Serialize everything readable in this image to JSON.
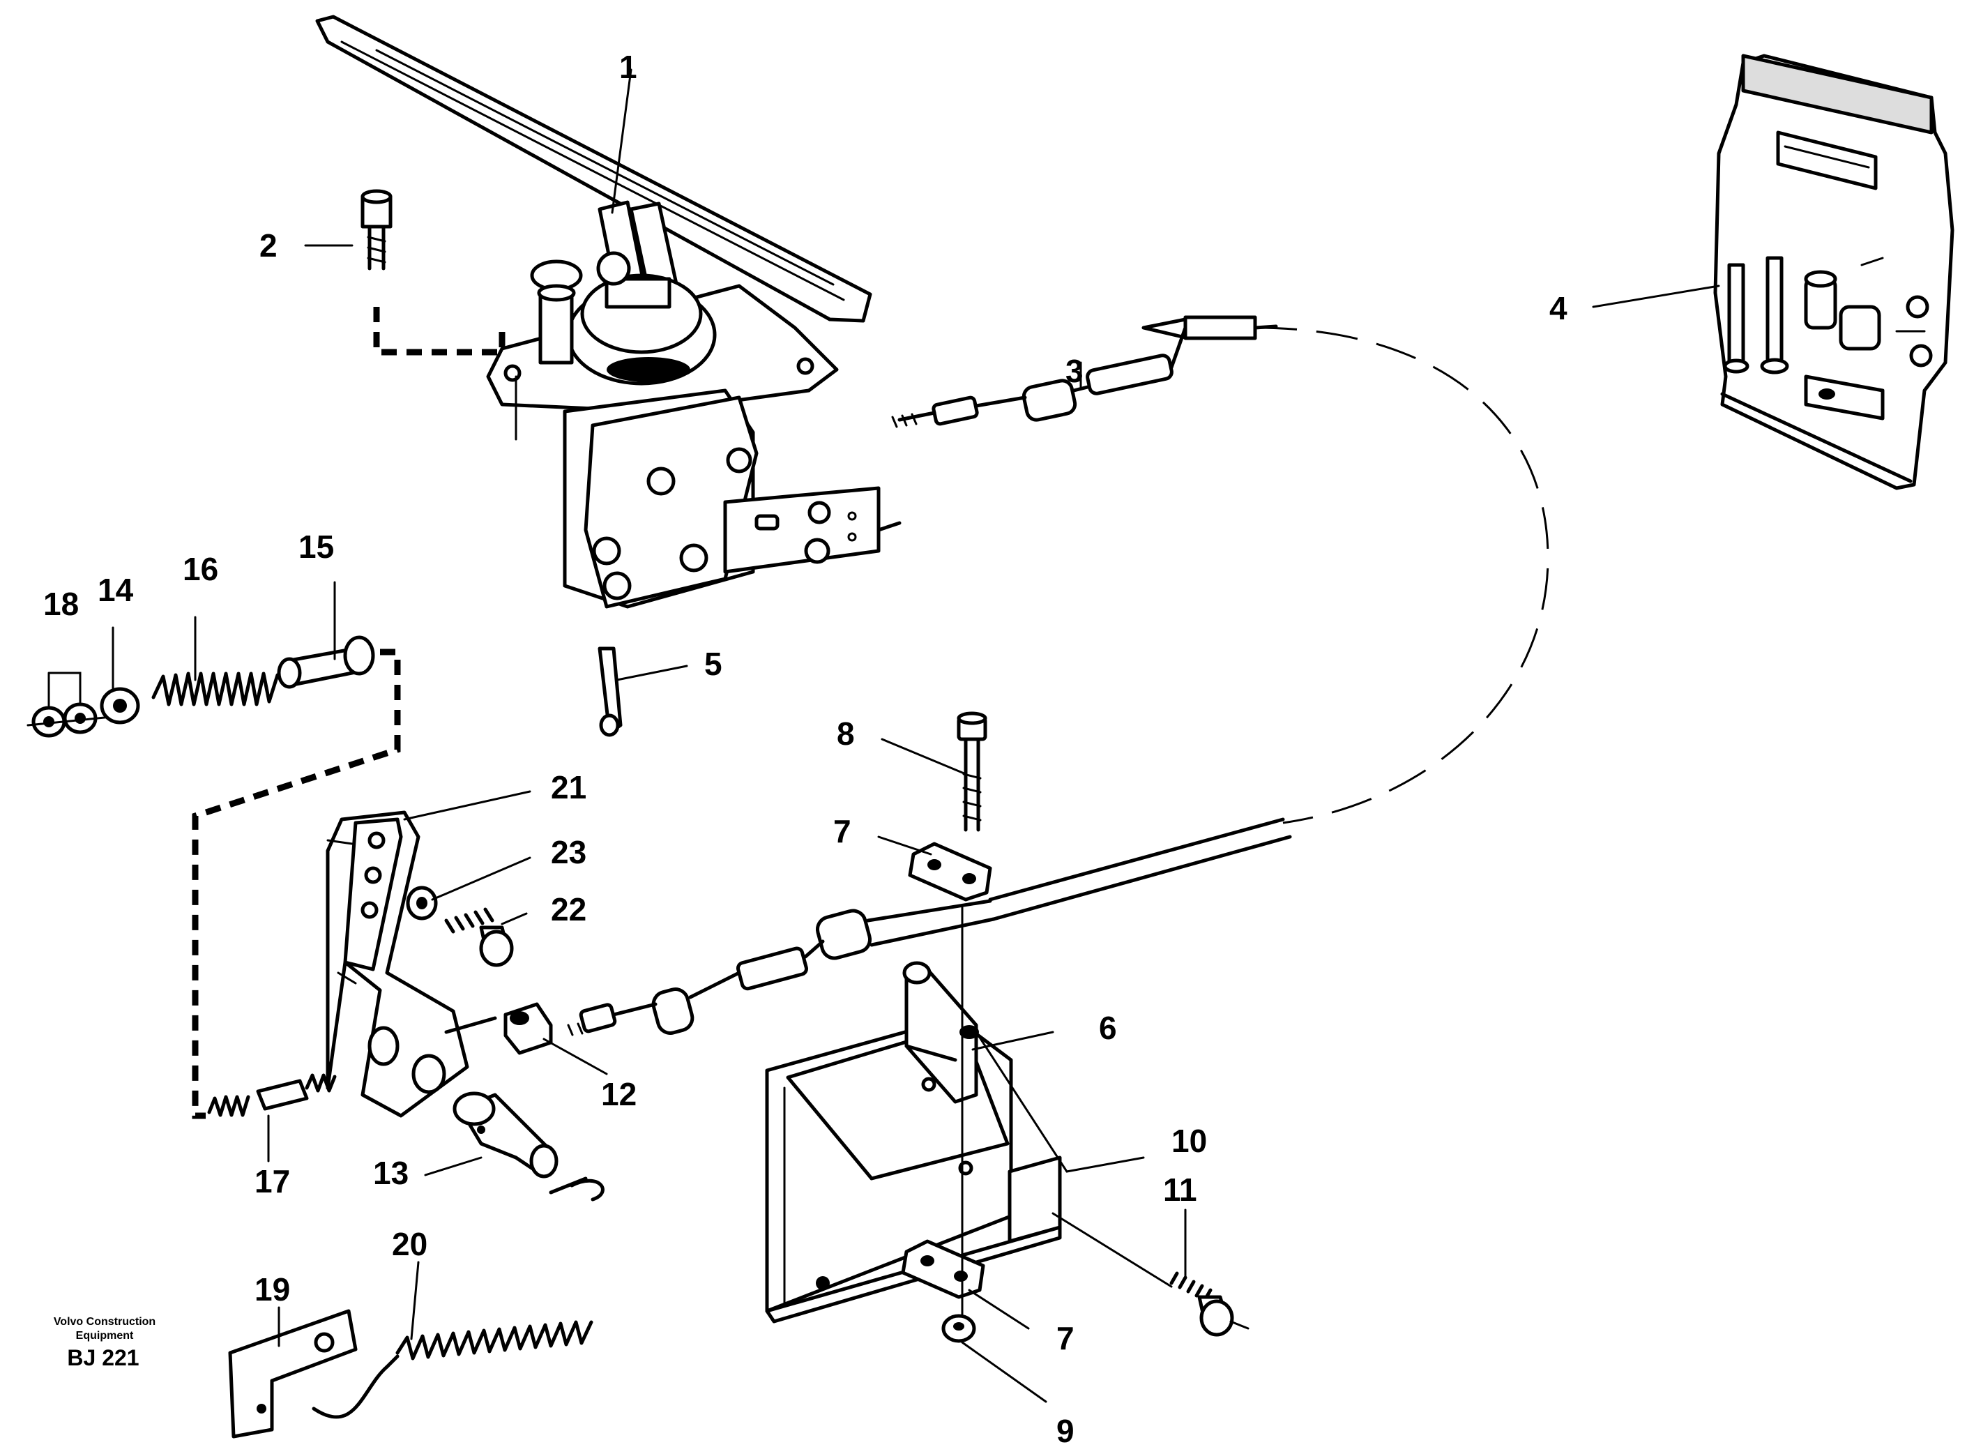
{
  "callouts": [
    {
      "id": "1",
      "label": "1"
    },
    {
      "id": "2",
      "label": "2"
    },
    {
      "id": "3",
      "label": "3"
    },
    {
      "id": "4",
      "label": "4"
    },
    {
      "id": "5",
      "label": "5"
    },
    {
      "id": "6",
      "label": "6"
    },
    {
      "id": "7a",
      "label": "7"
    },
    {
      "id": "7b",
      "label": "7"
    },
    {
      "id": "8",
      "label": "8"
    },
    {
      "id": "9",
      "label": "9"
    },
    {
      "id": "10",
      "label": "10"
    },
    {
      "id": "11",
      "label": "11"
    },
    {
      "id": "12",
      "label": "12"
    },
    {
      "id": "13",
      "label": "13"
    },
    {
      "id": "14",
      "label": "14"
    },
    {
      "id": "15",
      "label": "15"
    },
    {
      "id": "16",
      "label": "16"
    },
    {
      "id": "17",
      "label": "17"
    },
    {
      "id": "18",
      "label": "18"
    },
    {
      "id": "19",
      "label": "19"
    },
    {
      "id": "20",
      "label": "20"
    },
    {
      "id": "21",
      "label": "21"
    },
    {
      "id": "22",
      "label": "22"
    },
    {
      "id": "23",
      "label": "23"
    }
  ],
  "brand": {
    "line1": "Volvo Construction",
    "line2": "Equipment",
    "code": "BJ 221"
  }
}
